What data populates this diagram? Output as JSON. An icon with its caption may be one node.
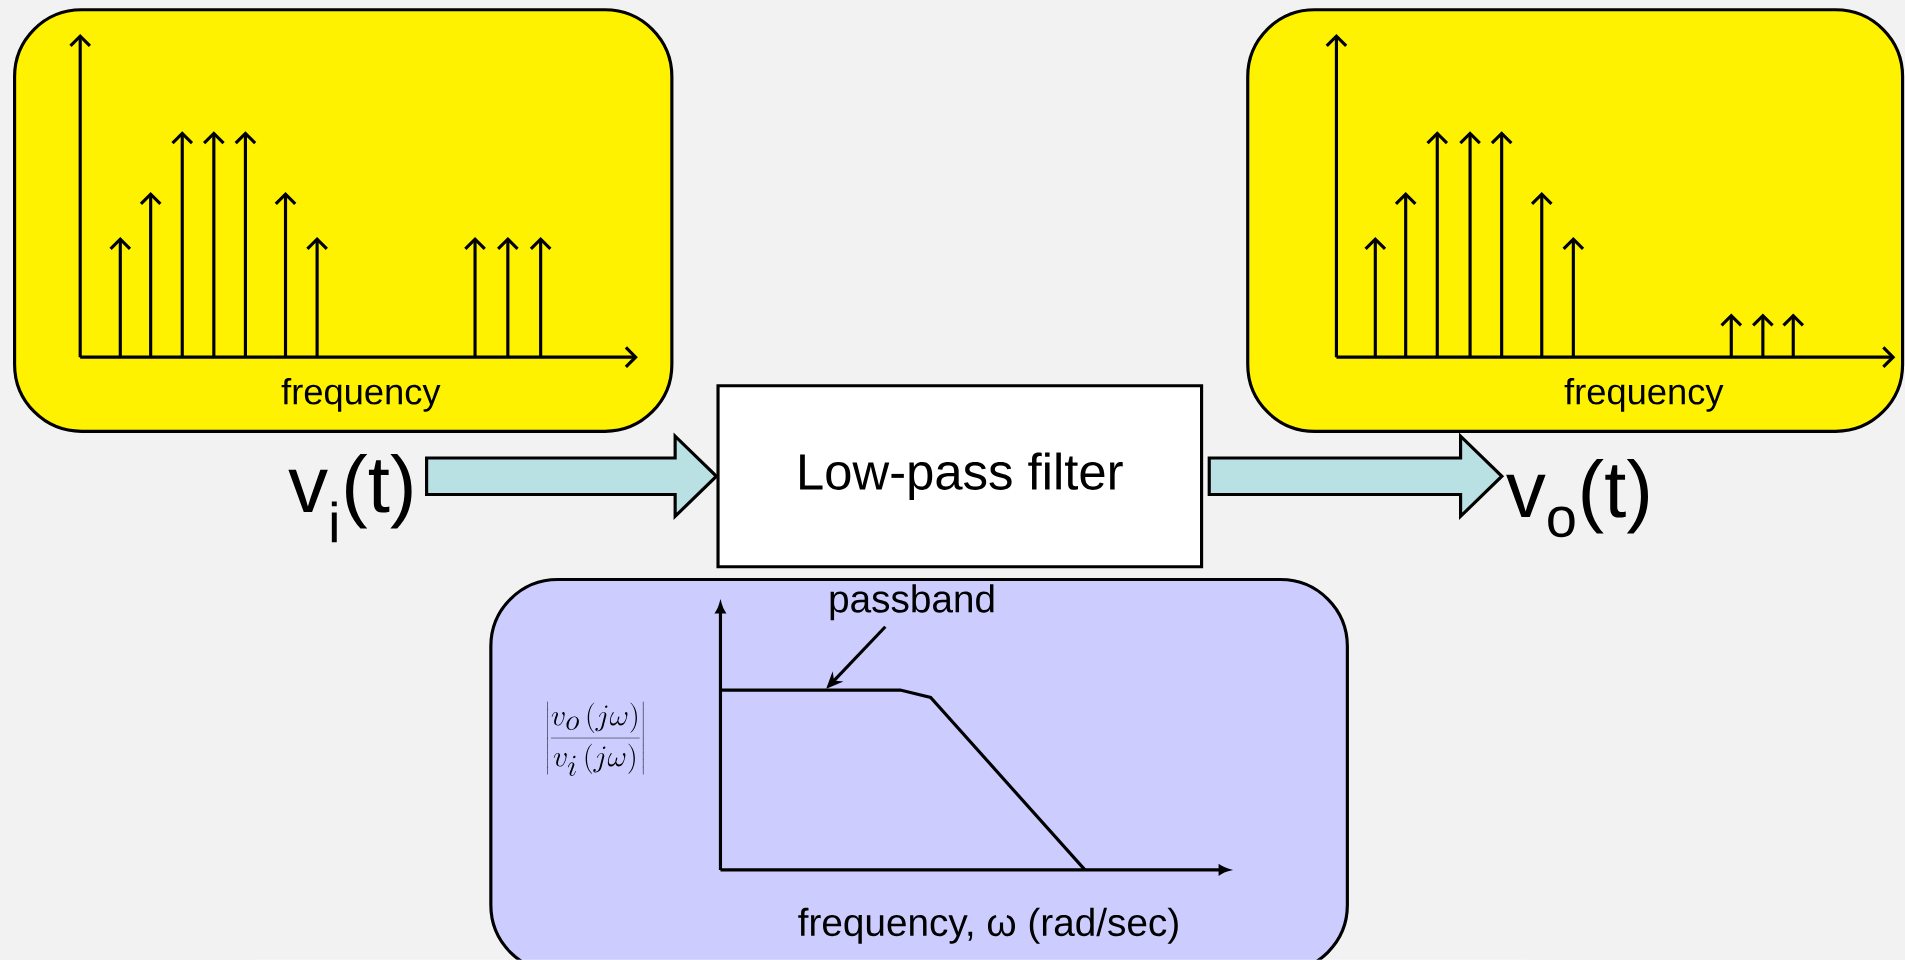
{
  "diagram": {
    "nodes": [
      {
        "text": [
          "frequency"
        ]
      },
      {
        "text": [
          "frequency"
        ]
      },
      {
        "text": [
          "v$_{i}$(t)"
        ]
      },
      {
        "text": [
          "Low-pass filter"
        ]
      },
      {
        "text": [
          "v$_{o}$(t)"
        ]
      },
      {
        "text": [
          "\\left|\\frac{v_o\\left(j\\omega\\right)}{v_i\\left(j\\omega\\right)}\\right|",
          "frequency, ω (rad/sec)"
        ]
      },
      {
        "text": [
          "passband"
        ],
        "in": 5
      }
    ],
    "edges": [
      {
        "from": 2,
        "to": 3,
        "arrow": "to"
      },
      {
        "from": 3,
        "to": 4,
        "arrow": "to"
      },
      {
        "from": 6,
        "to": null,
        "arrow": "to"
      }
    ]
  }
}
